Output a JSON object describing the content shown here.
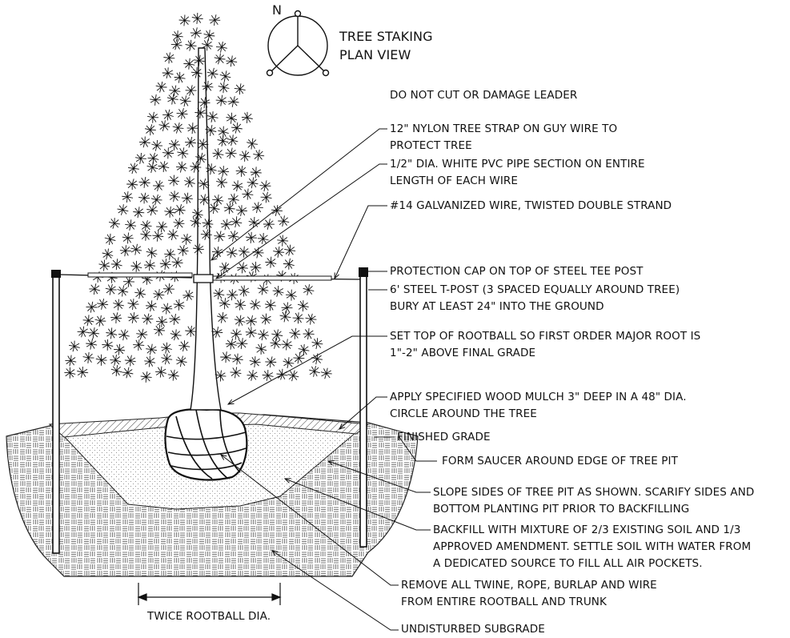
{
  "plan_view": {
    "north_label": "N",
    "title_line1": "TREE STAKING",
    "title_line2": "PLAN VIEW"
  },
  "callouts": [
    {
      "id": "leader",
      "lines": [
        "DO NOT CUT OR DAMAGE LEADER"
      ]
    },
    {
      "id": "strap",
      "lines": [
        "12\" NYLON TREE STRAP ON GUY WIRE TO",
        "PROTECT TREE"
      ]
    },
    {
      "id": "pvc",
      "lines": [
        "1/2\" DIA. WHITE PVC PIPE SECTION ON ENTIRE",
        "LENGTH OF EACH WIRE"
      ]
    },
    {
      "id": "wire",
      "lines": [
        "#14 GALVANIZED WIRE, TWISTED DOUBLE STRAND"
      ]
    },
    {
      "id": "cap",
      "lines": [
        "PROTECTION CAP ON TOP OF STEEL TEE POST"
      ]
    },
    {
      "id": "tpost",
      "lines": [
        "6' STEEL T-POST (3 SPACED EQUALLY AROUND TREE)",
        "BURY AT LEAST 24\" INTO THE GROUND"
      ]
    },
    {
      "id": "rootball",
      "lines": [
        "SET TOP OF ROOTBALL SO FIRST ORDER MAJOR ROOT IS",
        "1\"-2\" ABOVE FINAL GRADE"
      ]
    },
    {
      "id": "mulch",
      "lines": [
        "APPLY SPECIFIED WOOD MULCH 3\" DEEP IN A 48\" DIA.",
        "CIRCLE AROUND THE TREE"
      ]
    },
    {
      "id": "grade",
      "lines": [
        "FINISHED GRADE"
      ]
    },
    {
      "id": "saucer",
      "lines": [
        "FORM SAUCER AROUND EDGE OF TREE PIT"
      ]
    },
    {
      "id": "slope",
      "lines": [
        "SLOPE SIDES OF TREE PIT AS SHOWN. SCARIFY SIDES AND",
        "BOTTOM PLANTING PIT PRIOR TO BACKFILLING"
      ]
    },
    {
      "id": "backfill",
      "lines": [
        "BACKFILL WITH MIXTURE OF 2/3 EXISTING SOIL AND 1/3",
        "APPROVED AMENDMENT. SETTLE SOIL WITH WATER FROM",
        "A DEDICATED SOURCE TO FILL ALL AIR POCKETS."
      ]
    },
    {
      "id": "twine",
      "lines": [
        "REMOVE ALL TWINE, ROPE, BURLAP AND WIRE",
        "FROM ENTIRE ROOTBALL AND TRUNK"
      ]
    },
    {
      "id": "subgrade",
      "lines": [
        "UNDISTURBED SUBGRADE"
      ]
    }
  ],
  "dimension_label": "TWICE ROOTBALL DIA."
}
